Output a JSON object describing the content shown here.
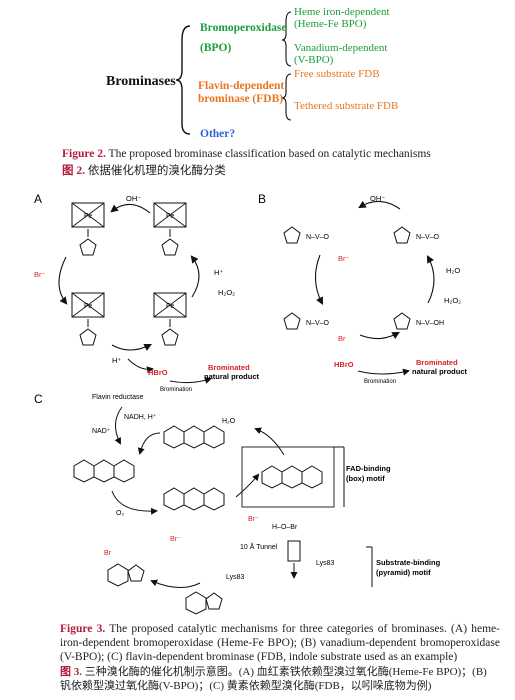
{
  "fig2": {
    "root": "Brominases",
    "bpo_name": "Bromoperoxidase",
    "bpo_abbr": "(BPO)",
    "heme_line1": "Heme iron-dependent",
    "heme_line2": "(Heme-Fe BPO)",
    "vanadium_line1": "Vanadium-dependent",
    "vanadium_line2": "(V-BPO)",
    "fdb_line1": "Flavin-dependent",
    "fdb_line2": "brominase (FDB)",
    "free_fdb": "Free substrate FDB",
    "tethered_fdb": "Tethered substrate FDB",
    "other": "Other?",
    "caption_label": "Figure 2.",
    "caption_text": "The proposed brominase classification based on catalytic mechanisms",
    "caption_cn_label": "图 2.",
    "caption_cn_text": "依据催化机理的溴化酶分类"
  },
  "fig3": {
    "panel_a": "A",
    "panel_b": "B",
    "panel_c": "C",
    "a_oh": "OH⁻",
    "a_br": "Br⁻",
    "a_h": "H⁺",
    "a_h2": "H⁺",
    "a_h2o2": "H₂O₂",
    "a_hbro": "HBrO",
    "a_bromination": "Bromination",
    "a_product1": "Brominated",
    "a_product2": "natural product",
    "b_oh": "OH⁻",
    "b_br": "Br⁻",
    "b_br2": "Br",
    "b_h2o": "H₂O",
    "b_h2o2": "H₂O₂",
    "b_hbro": "HBrO",
    "b_bromination": "Bromination",
    "b_product1": "Brominated",
    "b_product2": "natural product",
    "c_flavin_reductase": "Flavin reductase",
    "c_nadh": "NADH, H⁺",
    "c_nad": "NAD⁺",
    "c_o2": "O₂",
    "c_h2o": "H₂O",
    "c_br": "Br⁻",
    "c_br2": "Br⁻",
    "c_hobr": "H‒O‒Br",
    "c_tunnel": "10 Å Tunnel",
    "c_lys": "Lys83",
    "c_lys2": "Lys83",
    "c_fad_motif1": "FAD-binding",
    "c_fad_motif2": "(box) motif",
    "c_sub_motif1": "Substrate-binding",
    "c_sub_motif2": "(pyramid) motif",
    "caption_label": "Figure 3.",
    "caption_text": "The proposed catalytic mechanisms for three categories of brominases. (A) heme-iron-dependent bromoperoxidase (Heme-Fe BPO); (B) vanadium-dependent bromoperoxidase (V-BPO); (C) flavin-dependent brominase (FDB, indole substrate used as an example)",
    "caption_cn_label": "图 3.",
    "caption_cn_text": "三种溴化酶的催化机制示意图。(A) 血红素铁依赖型溴过氧化酶(Heme-Fe BPO)；(B) 钒依赖型溴过氧化酶(V-BPO)；(C) 黄素依赖型溴化酶(FDB，以吲哚底物为例)"
  },
  "colors": {
    "green": "#1a9e3c",
    "orange": "#e8761e",
    "blue": "#2e63d6",
    "red": "#d81f26",
    "caption": "#b01e3c"
  }
}
